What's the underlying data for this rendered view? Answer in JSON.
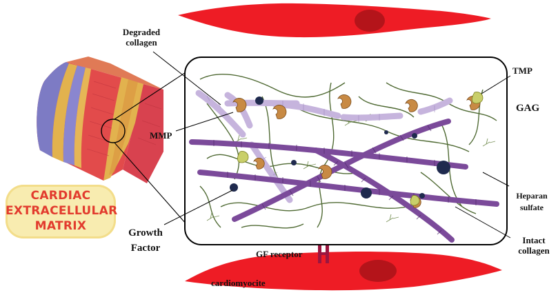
{
  "title": {
    "line1": "CARDIAC",
    "line2": "EXTRACELLULAR",
    "line3": "MATRIX"
  },
  "labels": {
    "degraded_collagen_1": "Degraded",
    "degraded_collagen_2": "collagen",
    "mmp": "MMP",
    "tmp": "TMP",
    "gag": "GAG",
    "heparan_sulfate_1": "Heparan",
    "heparan_sulfate_2": "sulfate",
    "growth_factor_1": "Growth",
    "growth_factor_2": "Factor",
    "gf_receptor": "GF receptor",
    "intact_collagen_1": "Intact",
    "intact_collagen_2": "collagen",
    "cardiomyocite": "cardiomyocite"
  },
  "colors": {
    "cell": "#ee1c25",
    "nucleus": "#b4141a",
    "intact_collagen": "#7b4a9a",
    "degraded_collagen": "#c6b4dd",
    "gag_fiber": "#3d5a1e",
    "growth_factor": "#1f2a4e",
    "mmp": "#c88a44",
    "tmp": "#c9cf6a",
    "receptor": "#9b1640",
    "badge_bg": "#f8ecb0",
    "badge_text": "#e23b2e"
  }
}
